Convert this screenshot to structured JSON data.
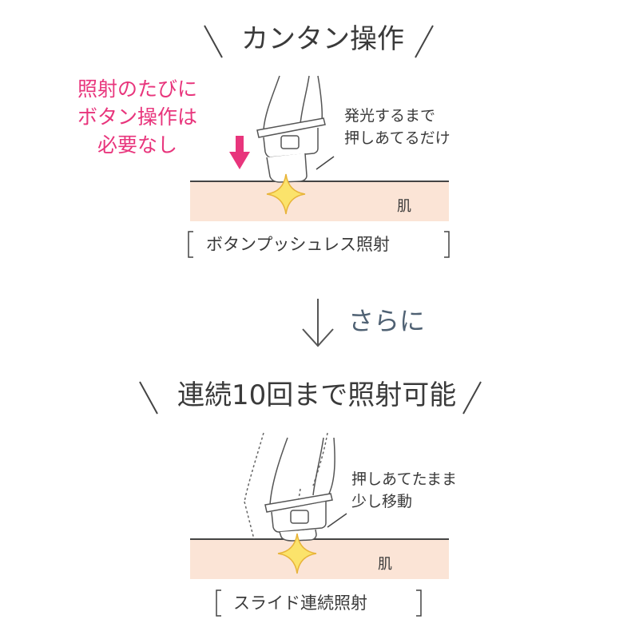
{
  "section1": {
    "heading": "カンタン操作",
    "pink_lines": [
      "照射のたびに",
      "ボタン操作は",
      "必要なし"
    ],
    "note_lines": [
      "発光するまで",
      "押しあてるだけ"
    ],
    "skin_label": "肌",
    "caption": "ボタンプッシュレス照射"
  },
  "transition": {
    "label": "さらに"
  },
  "section2": {
    "heading": "連続10回まで照射可能",
    "note_lines": [
      "押しあてたまま",
      "少し移動"
    ],
    "skin_label": "肌",
    "caption": "スライド連続照射"
  },
  "colors": {
    "pink": "#e8357c",
    "skin": "#fbe4d6",
    "skin_line": "#444444",
    "spark": "#fbe36b",
    "spark_stroke": "#e8b43a",
    "transition_text": "#4f6173"
  }
}
